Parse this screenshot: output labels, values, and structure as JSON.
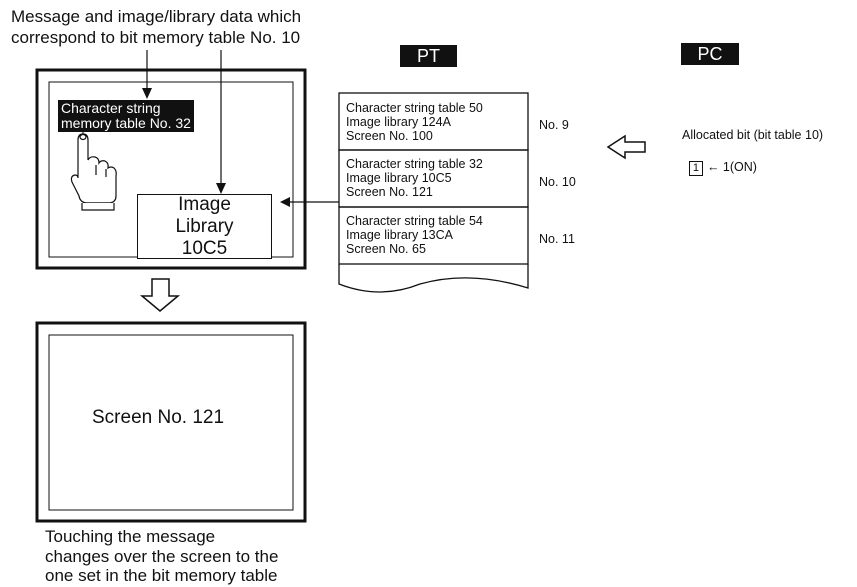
{
  "top_caption": "Message and image/library data which\ncorrespond to bit memory table No. 10",
  "tags": {
    "pt": "PT",
    "pc": "PC"
  },
  "pt_screen": {
    "message": "Character string\nmemory table No. 32",
    "image_library": "Image\nLibrary\n10C5"
  },
  "bit_table": {
    "rows": [
      {
        "text": "Character string table 50\nImage library 124A\nScreen No. 100",
        "no": "No. 9"
      },
      {
        "text": "Character string table 32\nImage library 10C5\nScreen No. 121",
        "no": "No. 10"
      },
      {
        "text": "Character string table 54\nImage library 13CA\nScreen No. 65",
        "no": "No. 11"
      }
    ]
  },
  "allocated_bit": {
    "label": "Allocated bit (bit table 10)",
    "cell_value": "1",
    "assignment": "← 1(ON)"
  },
  "result_screen": {
    "label": "Screen No. 121"
  },
  "bottom_caption": "Touching the message\nchanges over the screen to the\none set in the bit memory table"
}
